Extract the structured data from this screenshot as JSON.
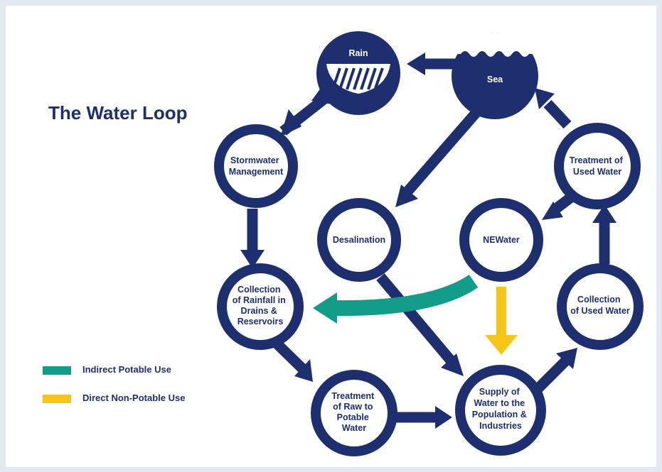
{
  "title": "The Water Loop",
  "colors": {
    "navy": "#1d2f6e",
    "indirect_potable": "#129c8a",
    "direct_non_potable": "#f5c518"
  },
  "legend": [
    {
      "label": "Indirect Potable Use",
      "color": "#129c8a"
    },
    {
      "label": "Direct Non-Potable Use",
      "color": "#f5c518"
    }
  ],
  "nodes": {
    "rain": {
      "lines": [
        "Rain"
      ],
      "icon": "rain-icon"
    },
    "sea": {
      "lines": [
        "Sea"
      ],
      "icon": "wave-icon"
    },
    "stormwater": {
      "lines": [
        "Stormwater",
        "Management"
      ]
    },
    "treatment_used": {
      "lines": [
        "Treatment of",
        "Used Water"
      ]
    },
    "desalination": {
      "lines": [
        "Desalination"
      ]
    },
    "newater": {
      "lines": [
        "NEWater"
      ]
    },
    "collection_rain": {
      "lines": [
        "Collection",
        "of Rainfall in",
        "Drains &",
        "Reservoirs"
      ]
    },
    "collection_used": {
      "lines": [
        "Collection",
        "of Used Water"
      ]
    },
    "treatment_raw": {
      "lines": [
        "Treatment",
        "of Raw to",
        "Potable",
        "Water"
      ]
    },
    "supply": {
      "lines": [
        "Supply of",
        "Water to the",
        "Population &",
        "Industries"
      ]
    }
  }
}
